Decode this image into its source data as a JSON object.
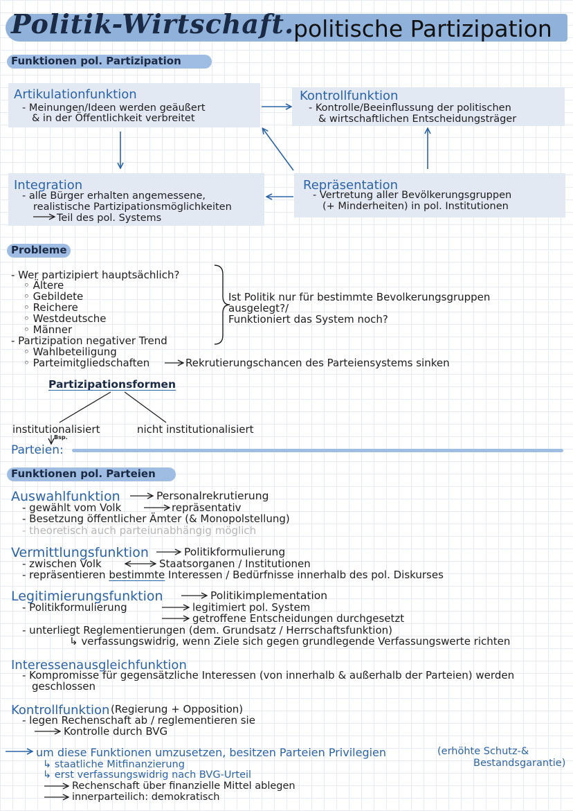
{
  "title": {
    "script": "Politik-Wirtschaft",
    "dot": ".",
    "main": "politische Partizipation"
  },
  "section1": {
    "heading": "Funktionen pol. Partizipation",
    "artikulation": {
      "title": "Artikulationfunktion",
      "line1": "- Meinungen/Ideen werden geäußert",
      "line2": "& in der Öffentlichkeit verbreitet"
    },
    "kontroll": {
      "title": "Kontrollfunktion",
      "line1": "- Kontrolle/Beeinflussung der politischen",
      "line2": "& wirtschaftlichen Entscheidungsträger"
    },
    "integration": {
      "title": "Integration",
      "line1": "- alle Bürger erhalten angemessene,",
      "line2": "realistische Partizipationsmöglichkeiten",
      "line3": "Teil des pol. Systems"
    },
    "repraesentation": {
      "title": "Repräsentation",
      "line1": "- Vertretung aller Bevölkerungsgruppen",
      "line2": "(+ Minderheiten) in pol. Institutionen"
    }
  },
  "probleme": {
    "heading": "Probleme",
    "q1": "- Wer partizipiert hauptsächlich?",
    "items": [
      "Ältere",
      "Gebildete",
      "Reichere",
      "Westdeutsche",
      "Männer"
    ],
    "trend": "- Partizipation negativer Trend",
    "items2": [
      "Wahlbeteiligung",
      "Parteimitgliedschaften"
    ],
    "rekrut": "Rekrutierungschancen des Parteiensystems sinken",
    "side1": "Ist Politik nur für bestimmte Bevolkerungsgruppen",
    "side2": "ausgelegt?/",
    "side3": "Funktioniert das System noch?"
  },
  "formen": {
    "title": "Partizipationsformen",
    "left": "institutionalisiert",
    "right": "nicht institutionalisiert",
    "bsp": "Bsp.",
    "parteien": "Parteien:"
  },
  "section2": {
    "heading": "Funktionen pol. Parteien",
    "auswahl": {
      "title": "Auswahlfunktion",
      "arrow": "Personalrekrutierung",
      "l1a": "- gewählt vom Volk",
      "l1b": "repräsentativ",
      "l2": "- Besetzung öffentlicher Ämter (& Monopolstellung)",
      "l3": "- theoretisch auch parteiunabhängig möglich"
    },
    "vermittlung": {
      "title": "Vermittlungsfunktion",
      "arrow": "Politikformulierung",
      "l1a": "- zwischen Volk",
      "l1b": "Staatsorganen / Institutionen",
      "l2a": "- repräsentieren",
      "l2b": "bestimmte",
      "l2c": "Interessen / Bedürfnisse innerhalb des pol. Diskurses"
    },
    "legitimierung": {
      "title": "Legitimierungsfunktion",
      "arrow": "Politikimplementation",
      "l1a": "- Politikformulierung",
      "l1b": "legitimiert pol. System",
      "l1c": "getroffene Entscheidungen durchgesetzt",
      "l2": "- unterliegt Reglementierungen (dem. Grundsatz / Herrschaftsfunktion)",
      "l3": "↳ verfassungswidrig, wenn Ziele sich gegen grundlegende Verfassungswerte richten"
    },
    "interessen": {
      "title": "Interessenausgleichfunktion",
      "l1": "- Kompromisse für gegensätzliche Interessen (von innerhalb & außerhalb der Parteien) werden",
      "l2": "geschlossen"
    },
    "kontrolle": {
      "title": "Kontrollfunktion",
      "paren": "(Regierung + Opposition)",
      "l1": "- legen Rechenschaft ab / reglementieren sie",
      "l2": "Kontrolle durch BVG"
    },
    "privilegien": {
      "main": "um diese Funktionen umzusetzen, besitzen Parteien Privilegien",
      "paren1": "(erhöhte Schutz-&",
      "paren2": "Bestandsgarantie)",
      "l1": "↳ staatliche Mitfinanzierung",
      "l2": "↳ erst verfassungswidrig nach BVG-Urteil",
      "l3": "Rechenschaft über finanzielle Mittel ablegen",
      "l4": "innerparteilich: demokratisch"
    }
  },
  "colors": {
    "accent": "#2b63a8",
    "highlight": "#9fbde2",
    "box": "#e3e9f3"
  }
}
